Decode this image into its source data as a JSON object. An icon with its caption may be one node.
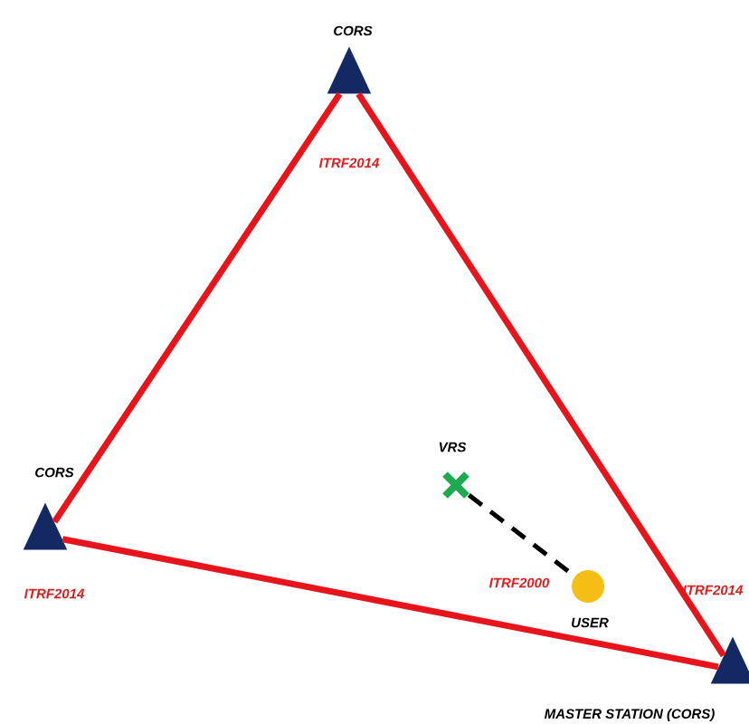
{
  "diagram": {
    "nodes": [
      {
        "text": [
          "CORS"
        ]
      },
      {
        "text": [
          "CORS"
        ]
      },
      {
        "text": [
          "MASTER STATION (CORS)"
        ]
      },
      {
        "text": [
          "VRS"
        ]
      },
      {
        "text": [
          "USER"
        ]
      }
    ],
    "edges": [
      {
        "from": 0,
        "to": 1,
        "arrow": "none"
      },
      {
        "from": 1,
        "to": 2,
        "arrow": "none"
      },
      {
        "from": 2,
        "to": 0,
        "arrow": "none"
      },
      {
        "from": 3,
        "to": 4,
        "arrow": "none",
        "style": "dashed",
        "color": "#000000"
      }
    ],
    "labels": [
      "ITRF2014",
      "ITRF2000",
      "ITRF2014",
      "ITRF2014"
    ]
  }
}
